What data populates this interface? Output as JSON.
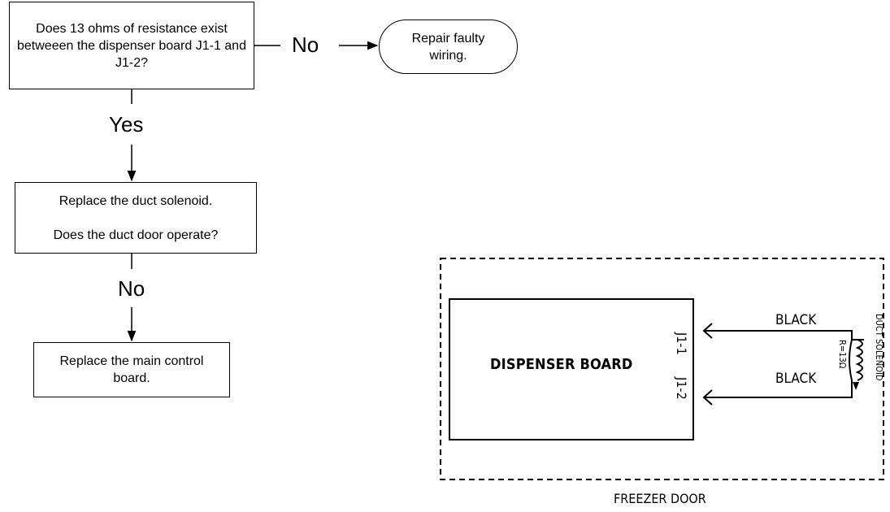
{
  "flowchart": {
    "q1": "Does 13 ohms of resistance exist betweeen the dispenser board J1-1 and J1-2?",
    "no1": "No",
    "repair": "Repair faulty wiring.",
    "yes": "Yes",
    "step2_line1": "Replace the duct solenoid.",
    "step2_line2": "Does the duct door operate?",
    "no2": "No",
    "step3": "Replace the main control board."
  },
  "schematic": {
    "board_label": "DISPENSER BOARD",
    "pin1": "J1-1",
    "pin2": "J1-2",
    "wire1": "BLACK",
    "wire2": "BLACK",
    "resistance": "R=13Ω",
    "solenoid": "DUCT SOLENOID",
    "enclosure": "FREEZER DOOR"
  }
}
